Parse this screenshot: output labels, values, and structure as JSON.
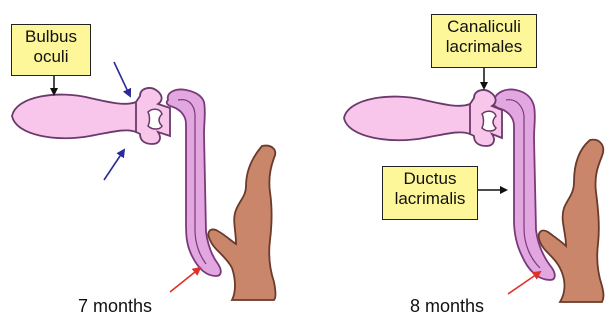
{
  "labels": {
    "bulbus_oculi": {
      "line1": "Bulbus",
      "line2": "oculi"
    },
    "canaliculi_lacrimales": {
      "line1": "Canaliculi",
      "line2": "lacrimales"
    },
    "ductus_lacrimalis": {
      "line1": "Ductus",
      "line2": "lacrimalis"
    }
  },
  "stages": {
    "left": "7 months",
    "right": "8 months"
  },
  "colors": {
    "eye_fill": "#f7c6ea",
    "duct_fill": "#e2a6e0",
    "duct_outline": "#7a3a7a",
    "nose_fill": "#c9866b",
    "nose_outline": "#6a3a2a",
    "label_bg": "#fdf79a",
    "blue_arrow": "#2a2a9a",
    "red_arrow": "#e0302a"
  }
}
